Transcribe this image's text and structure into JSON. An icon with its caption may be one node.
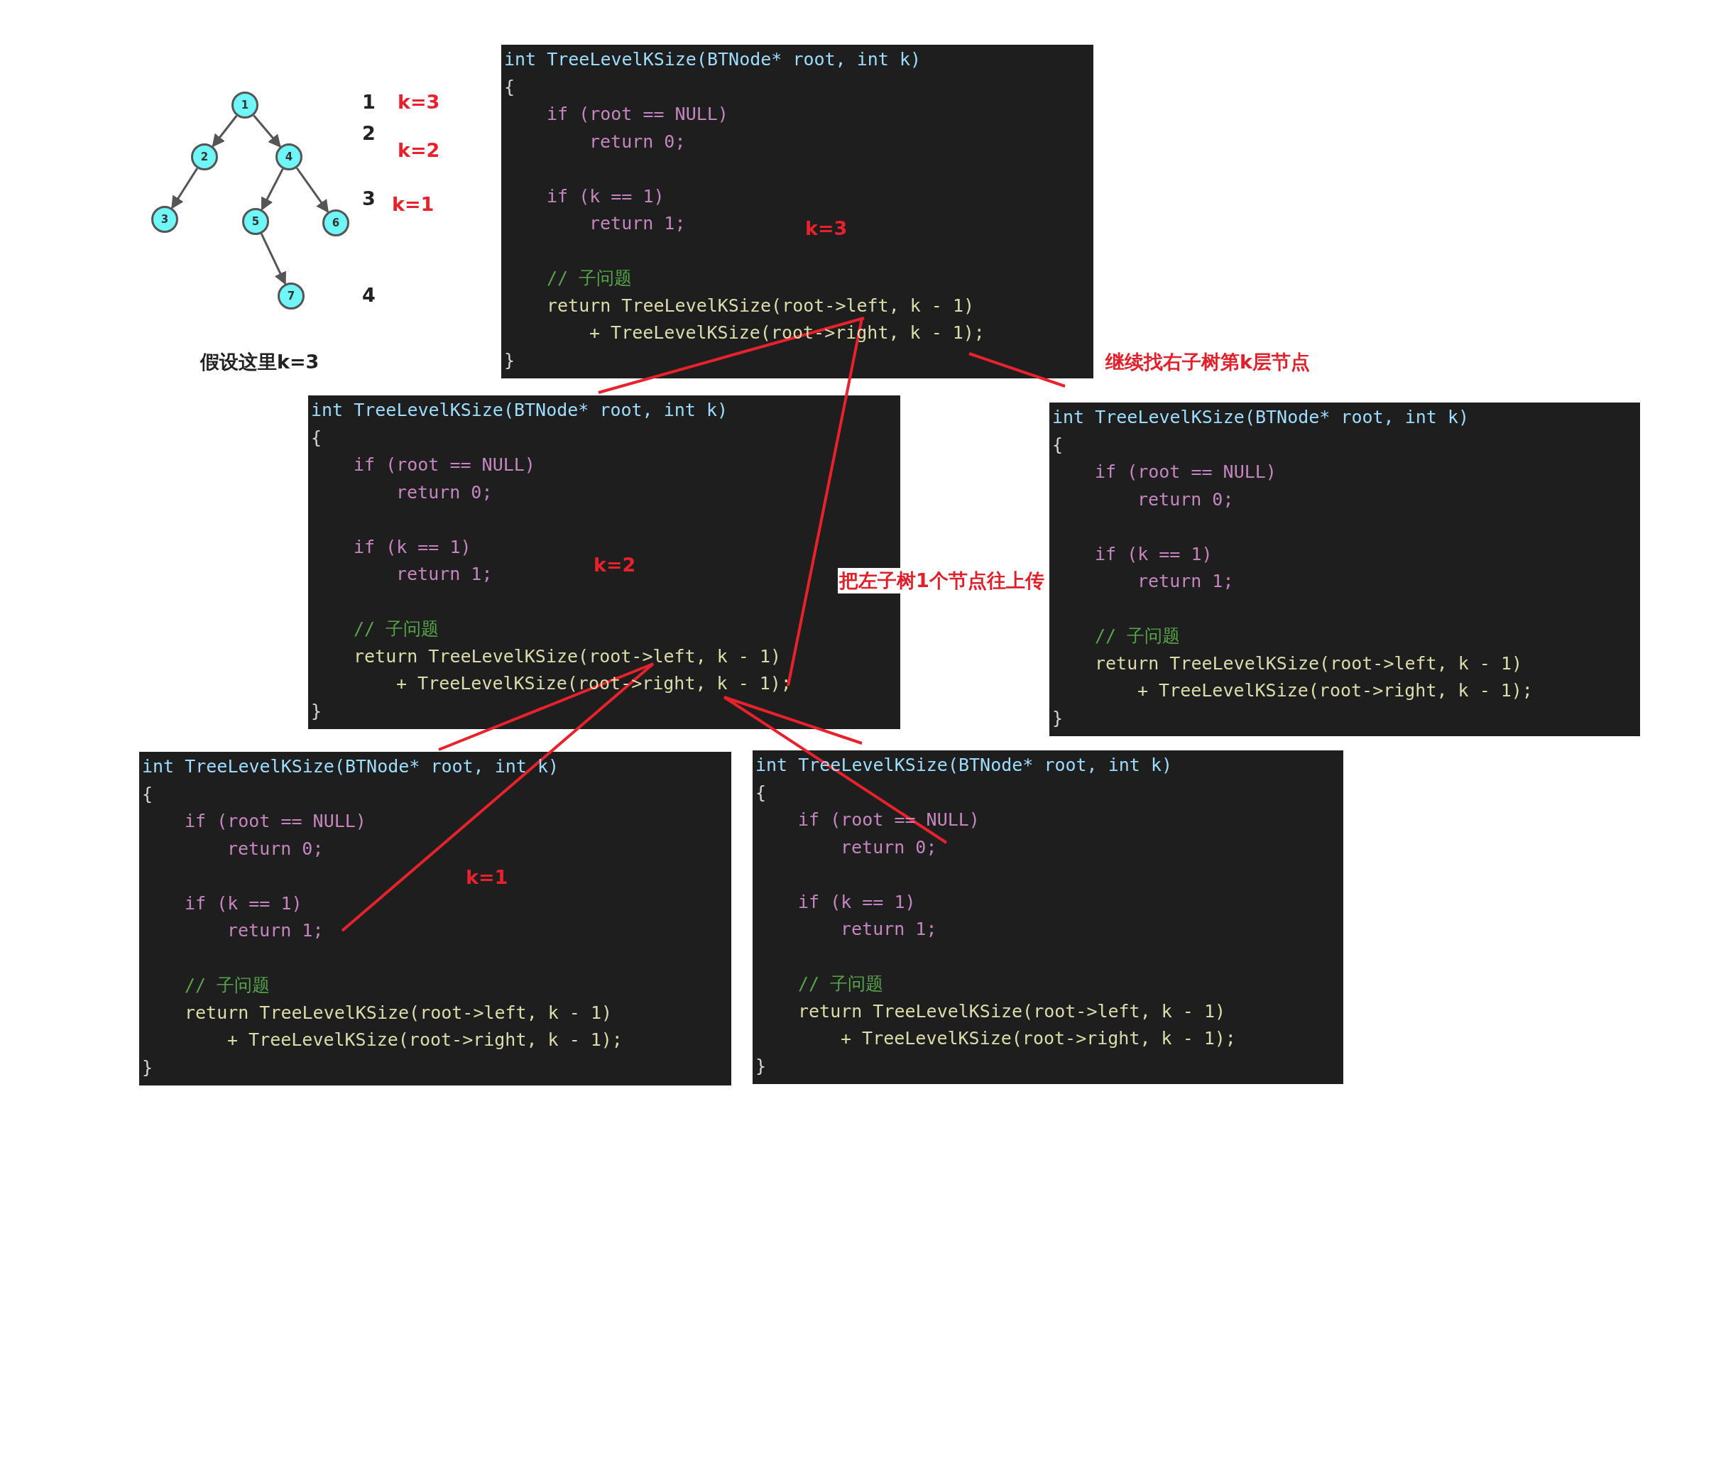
{
  "diagram": {
    "nodes": [
      {
        "text": [
          "1"
        ]
      },
      {
        "text": [
          "2"
        ]
      },
      {
        "text": [
          "4"
        ]
      },
      {
        "text": [
          "3"
        ]
      },
      {
        "text": [
          "5"
        ]
      },
      {
        "text": [
          "6"
        ]
      },
      {
        "text": [
          "7"
        ]
      },
      {
        "text": [
          "int TreeLevelKSize(BTNode* root, int k)",
          "{",
          "if (root == NULL)",
          "return 0;",
          "if (k == 1)",
          "return 1;",
          "// 子问题",
          "return TreeLevelKSize(root->left, k - 1)",
          "+ TreeLevelKSize(root->right, k - 1);",
          "}"
        ]
      },
      {
        "text": [
          "int TreeLevelKSize(BTNode* root, int k)",
          "{",
          "if (root == NULL)",
          "return 0;",
          "if (k == 1)",
          "return 1;",
          "// 子问题",
          "return TreeLevelKSize(root->left, k - 1)",
          "+ TreeLevelKSize(root->right, k - 1);",
          "}"
        ]
      },
      {
        "text": [
          "int TreeLevelKSize(BTNode* root, int k)",
          "{",
          "if (root == NULL)",
          "return 0;",
          "if (k == 1)",
          "return 1;",
          "// 子问题",
          "return TreeLevelKSize(root->left, k - 1)",
          "+ TreeLevelKSize(root->right, k - 1);",
          "}"
        ]
      },
      {
        "text": [
          "int TreeLevelKSize(BTNode* root, int k)",
          "{",
          "if (root == NULL)",
          "return 0;",
          "if (k == 1)",
          "return 1;",
          "// 子问题",
          "return TreeLevelKSize(root->left, k - 1)",
          "+ TreeLevelKSize(root->right, k - 1);",
          "}"
        ]
      },
      {
        "text": [
          "int TreeLevelKSize(BTNode* root, int k)",
          "{",
          "if (root == NULL)",
          "return 0;",
          "if (k == 1)",
          "return 1;",
          "// 子问题",
          "return TreeLevelKSize(root->left, k - 1)",
          "+ TreeLevelKSize(root->right, k - 1);",
          "}"
        ]
      }
    ],
    "edges": [
      {
        "from": 0,
        "to": 1,
        "arrow": "to",
        "color": "#555555"
      },
      {
        "from": 0,
        "to": 2,
        "arrow": "to",
        "color": "#555555"
      },
      {
        "from": 1,
        "to": 3,
        "arrow": "to",
        "color": "#555555"
      },
      {
        "from": 2,
        "to": 4,
        "arrow": "to",
        "color": "#555555"
      },
      {
        "from": 2,
        "to": 5,
        "arrow": "to",
        "color": "#555555"
      },
      {
        "from": 4,
        "to": 6,
        "arrow": "to",
        "color": "#555555"
      },
      {
        "from": 7,
        "to": 8,
        "arrow": "none"
      },
      {
        "from": 8,
        "to": 7,
        "arrow": "none",
        "label": "把左子树1个节点往上传"
      },
      {
        "from": 7,
        "to": 9,
        "arrow": "none",
        "label": "继续找右子树第k层节点"
      },
      {
        "from": 8,
        "to": 10,
        "arrow": "none"
      },
      {
        "from": 10,
        "to": 8,
        "arrow": "none"
      },
      {
        "from": 8,
        "to": 11,
        "arrow": "none"
      },
      {
        "from": 11,
        "to": 8,
        "arrow": "none"
      }
    ],
    "labels": [
      "1",
      "k=3",
      "2",
      "k=2",
      "3",
      "k=1",
      "4",
      "假设这里k=3",
      "k=3",
      "k=2",
      "k=1"
    ]
  }
}
